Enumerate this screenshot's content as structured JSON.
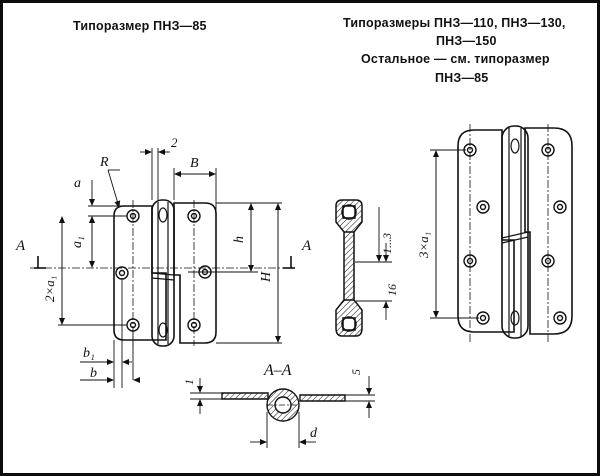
{
  "headers": {
    "left": "Типоразмер ПНЗ—85",
    "right_line1": "Типоразмеры ПНЗ—110, ПНЗ—130,",
    "right_line2": "ПНЗ—150",
    "right_line3": "Остальное — см. типоразмер",
    "right_line4": "ПНЗ—85"
  },
  "labels": {
    "R": "R",
    "dim_2": "2",
    "B": "B",
    "a": "a",
    "a1": "a₁",
    "two_a1": "2×a₁",
    "h": "h",
    "H": "H",
    "b1": "b₁",
    "b": "b",
    "A_left": "A",
    "A_right": "A",
    "section": "A–A",
    "range_1_3": "1...3",
    "dim_16": "16",
    "three_a1": "3×a₁",
    "dim_1": "1",
    "dim_5": "5",
    "d": "d"
  }
}
